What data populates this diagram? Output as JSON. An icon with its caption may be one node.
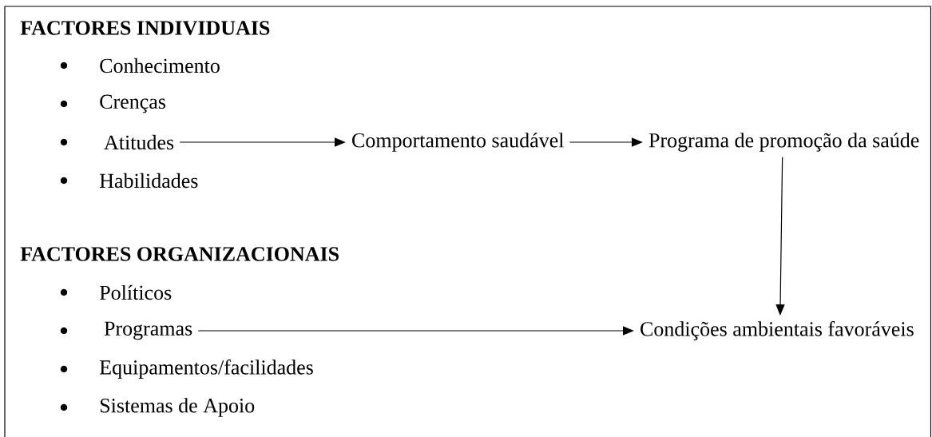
{
  "diagram": {
    "nodes": [
      {
        "text": [
          "Atitudes"
        ]
      },
      {
        "text": [
          "Comportamento saudável"
        ]
      },
      {
        "text": [
          "Programa de promoção da saúde"
        ]
      },
      {
        "text": [
          "Programas"
        ]
      },
      {
        "text": [
          "Condições ambientais favoráveis"
        ]
      }
    ],
    "edges": [
      {
        "from": 0,
        "to": 1,
        "arrow": "to"
      },
      {
        "from": 1,
        "to": 2,
        "arrow": "to"
      },
      {
        "from": 2,
        "to": 4,
        "arrow": "to"
      },
      {
        "from": 3,
        "to": 4,
        "arrow": "to"
      }
    ],
    "labels": [
      "FACTORES INDIVIDUAIS",
      "Conhecimento",
      "Crenças",
      "Habilidades",
      "FACTORES ORGANIZACIONAIS",
      "Políticos",
      "Equipamentos/facilidades",
      "Sistemas de Apoio"
    ]
  }
}
